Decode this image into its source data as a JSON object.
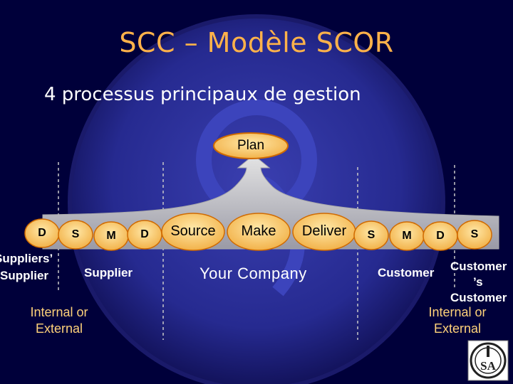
{
  "title": "SCC – Modèle SCOR",
  "subtitle": "4 processus principaux de gestion",
  "plan_label": "Plan",
  "company": {
    "name": "Your Company",
    "processes": [
      "Source",
      "Make",
      "Deliver"
    ]
  },
  "supplier_side": {
    "nodes": [
      "D",
      "S",
      "M",
      "D"
    ],
    "suppliers_supplier": [
      "Suppliers’",
      "Supplier"
    ],
    "supplier": "Supplier",
    "internal_external": [
      "Internal or",
      "External"
    ]
  },
  "customer_side": {
    "nodes": [
      "S",
      "M",
      "D",
      "S"
    ],
    "customer": "Customer",
    "customers_customer": [
      "Customer",
      "’s",
      "Customer"
    ],
    "internal_external": [
      "Internal or",
      "External"
    ]
  },
  "logo_text": "SA",
  "colors": {
    "background": "#00003a",
    "title": "#ffb24a",
    "oval_fill": "#ffd27a",
    "oval_border": "#d06a00",
    "band": "#c8c8c8",
    "dashed": "#c8c8c8"
  }
}
